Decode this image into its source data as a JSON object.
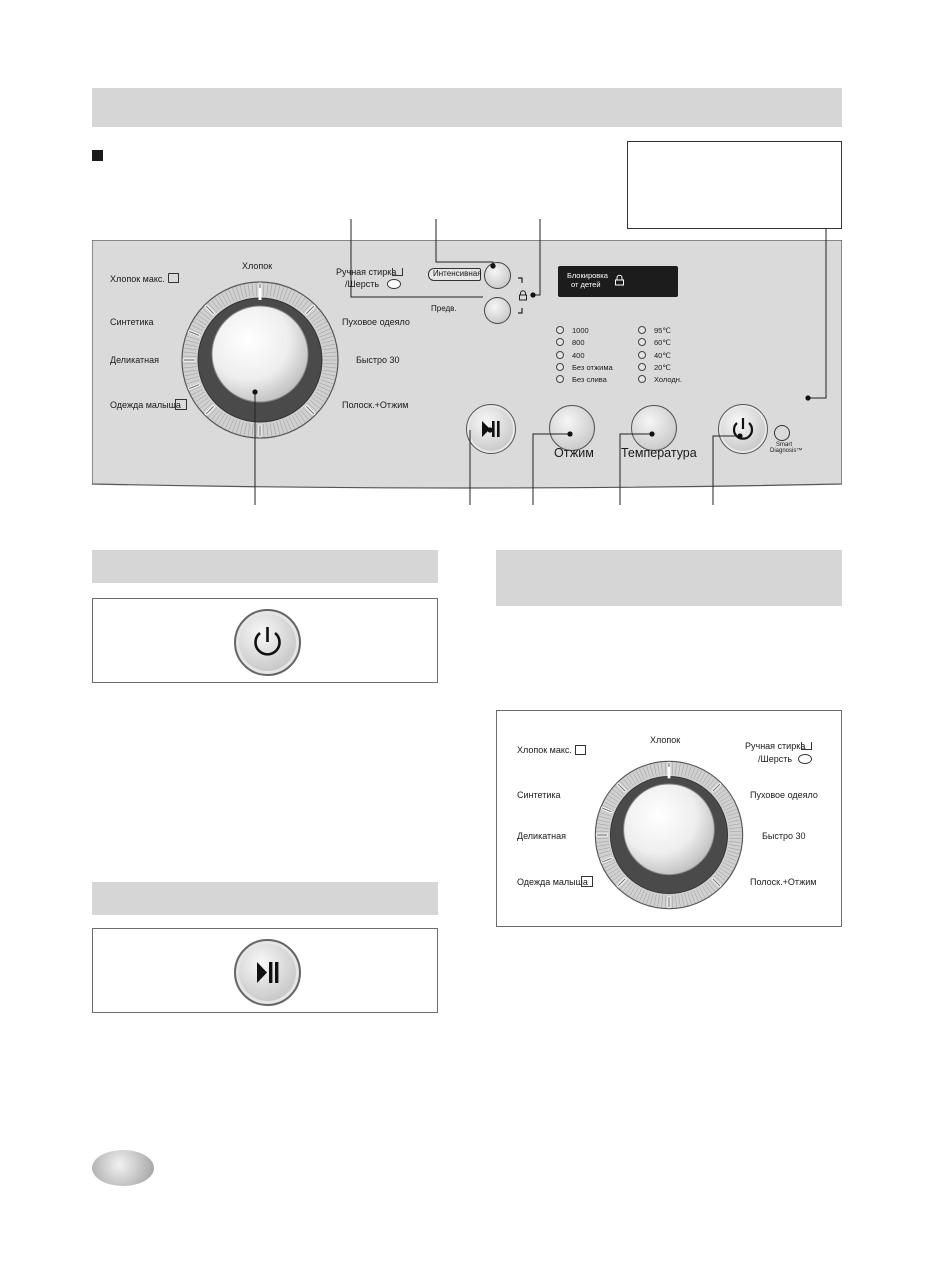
{
  "program_labels": {
    "cotton_max": "Хлопок макс.",
    "cotton": "Хлопок",
    "hand_wash": "Ручная стирка",
    "wool": "/Шерсть",
    "synthetics": "Синтетика",
    "duvet": "Пуховое одеяло",
    "delicate": "Деликатная",
    "quick30": "Быстро 30",
    "baby_wear": "Одежда малыша",
    "rinse_spin": "Полоск.+Отжим"
  },
  "option_buttons": {
    "intensive": "Интенсивная",
    "prewash": "Предв."
  },
  "display": {
    "child_lock_line1": "Блокировка",
    "child_lock_line2": "от детей"
  },
  "spin_indicators": [
    "1000",
    "800",
    "400",
    "Без отжима",
    "Без слива"
  ],
  "temp_indicators": [
    "95℃",
    "60℃",
    "40℃",
    "20℃",
    "Холодн."
  ],
  "buttons": {
    "spin": "Отжим",
    "temperature": "Температура"
  },
  "smart_diagnosis": {
    "line1": "Smart",
    "line2": "Diagnosis™"
  },
  "icons": [
    "power-icon",
    "play-pause-icon",
    "lock-icon",
    "smart-diagnosis-icon",
    "tag-icon",
    "basin-icon",
    "wool-icon",
    "baby-shirt-icon"
  ],
  "colors": {
    "section_bar": "#d6d6d6",
    "panel": "#dadada",
    "lcd": "#1c1c1c"
  }
}
